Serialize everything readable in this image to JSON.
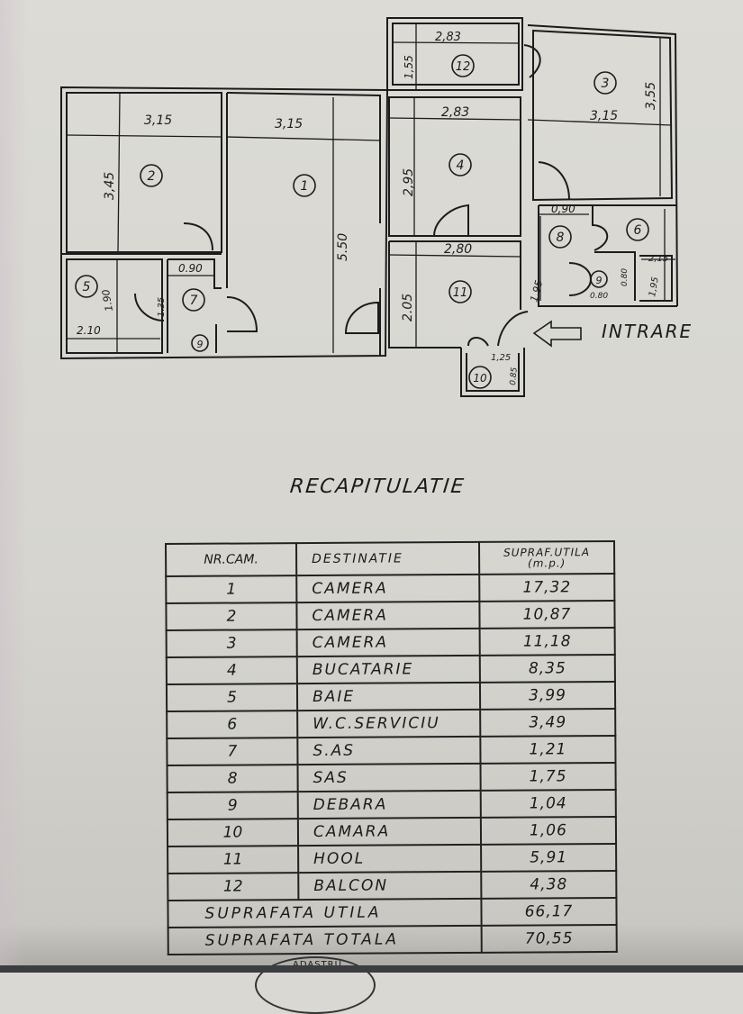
{
  "document": {
    "entrance_label": "INTRARE",
    "recap_title": "RECAPITULATIE",
    "stamp_text": "ADASTRU"
  },
  "floor_plan": {
    "rooms": [
      {
        "nr": "1",
        "dims": [
          "3,15",
          "5.50"
        ]
      },
      {
        "nr": "2",
        "dims": [
          "3,15",
          "3,45"
        ]
      },
      {
        "nr": "3",
        "dims": [
          "3,15",
          "3,55"
        ]
      },
      {
        "nr": "4",
        "dims": [
          "2,83",
          "2,95"
        ]
      },
      {
        "nr": "5",
        "dims": [
          "2.10",
          "1.90"
        ]
      },
      {
        "nr": "6",
        "dims": [
          "2,15",
          "1,95"
        ]
      },
      {
        "nr": "7",
        "dims": [
          "0.90",
          "1.35"
        ]
      },
      {
        "nr": "8",
        "dims": [
          "0,90",
          "1,95"
        ]
      },
      {
        "nr": "9",
        "dims": [
          "0.80",
          "0.80"
        ]
      },
      {
        "nr": "10",
        "dims": [
          "1,25",
          "0.85"
        ]
      },
      {
        "nr": "11",
        "dims": [
          "2,80",
          "2.05"
        ]
      },
      {
        "nr": "12",
        "dims": [
          "2,83",
          "1,55"
        ]
      }
    ]
  },
  "table": {
    "headers": {
      "nr": "NR.CAM.",
      "destination": "DESTINATIE",
      "area": "SUPRAF.UTILA",
      "area_unit": "(m.p.)"
    },
    "rows": [
      {
        "nr": "1",
        "destination": "CAMERA",
        "area": "17,32"
      },
      {
        "nr": "2",
        "destination": "CAMERA",
        "area": "10,87"
      },
      {
        "nr": "3",
        "destination": "CAMERA",
        "area": "11,18"
      },
      {
        "nr": "4",
        "destination": "BUCATARIE",
        "area": "8,35"
      },
      {
        "nr": "5",
        "destination": "BAIE",
        "area": "3,99"
      },
      {
        "nr": "6",
        "destination": "W.C.SERVICIU",
        "area": "3,49"
      },
      {
        "nr": "7",
        "destination": "S.AS",
        "area": "1,21"
      },
      {
        "nr": "8",
        "destination": "SAS",
        "area": "1,75"
      },
      {
        "nr": "9",
        "destination": "DEBARA",
        "area": "1,04"
      },
      {
        "nr": "10",
        "destination": "CAMARA",
        "area": "1,06"
      },
      {
        "nr": "11",
        "destination": "HOOL",
        "area": "5,91"
      },
      {
        "nr": "12",
        "destination": "BALCON",
        "area": "4,38"
      }
    ],
    "totals": [
      {
        "label": "SUPRAFATA UTILA",
        "value": "66,17"
      },
      {
        "label": "SUPRAFATA TOTALA",
        "value": "70,55"
      }
    ]
  }
}
